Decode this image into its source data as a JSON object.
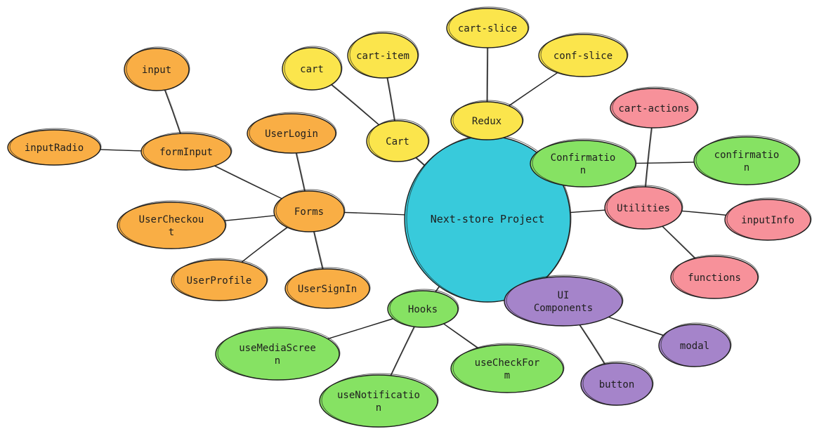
{
  "diagram": {
    "title": "Next-store Project",
    "colors": {
      "center": "#38CADB",
      "yellow": "#FBE54C",
      "orange": "#F9AE45",
      "green": "#86E263",
      "pink": "#F7919A",
      "purple": "#A584CA",
      "stroke": "#1E1E1E"
    },
    "nodes": [
      {
        "id": "center",
        "lines": [
          "Next-store Project"
        ],
        "color": "center"
      },
      {
        "id": "redux",
        "lines": [
          "Redux"
        ],
        "color": "yellow"
      },
      {
        "id": "cart-slice",
        "lines": [
          "cart-slice"
        ],
        "color": "yellow"
      },
      {
        "id": "conf-slice",
        "lines": [
          "conf-slice"
        ],
        "color": "yellow"
      },
      {
        "id": "cart-group",
        "lines": [
          "Cart"
        ],
        "color": "yellow"
      },
      {
        "id": "cart",
        "lines": [
          "cart"
        ],
        "color": "yellow"
      },
      {
        "id": "cart-item",
        "lines": [
          "cart-item"
        ],
        "color": "yellow"
      },
      {
        "id": "forms",
        "lines": [
          "Forms"
        ],
        "color": "orange"
      },
      {
        "id": "form-input",
        "lines": [
          "formInput"
        ],
        "color": "orange"
      },
      {
        "id": "input",
        "lines": [
          "input"
        ],
        "color": "orange"
      },
      {
        "id": "input-radio",
        "lines": [
          "inputRadio"
        ],
        "color": "orange"
      },
      {
        "id": "user-login",
        "lines": [
          "UserLogin"
        ],
        "color": "orange"
      },
      {
        "id": "user-checkout",
        "lines": [
          "UserCheckou",
          "t"
        ],
        "color": "orange"
      },
      {
        "id": "user-profile",
        "lines": [
          "UserProfile"
        ],
        "color": "orange"
      },
      {
        "id": "user-signin",
        "lines": [
          "UserSignIn"
        ],
        "color": "orange"
      },
      {
        "id": "hooks",
        "lines": [
          "Hooks"
        ],
        "color": "green"
      },
      {
        "id": "use-media-screen",
        "lines": [
          "useMediaScree",
          "n"
        ],
        "color": "green"
      },
      {
        "id": "use-notification",
        "lines": [
          "useNotificatio",
          "n"
        ],
        "color": "green"
      },
      {
        "id": "use-check-form",
        "lines": [
          "useCheckFor",
          "m"
        ],
        "color": "green"
      },
      {
        "id": "confirmation-main",
        "lines": [
          "Confirmatio",
          "n"
        ],
        "color": "green"
      },
      {
        "id": "confirmation-sub",
        "lines": [
          "confirmatio",
          "n"
        ],
        "color": "green"
      },
      {
        "id": "utilities",
        "lines": [
          "Utilities"
        ],
        "color": "pink"
      },
      {
        "id": "cart-actions",
        "lines": [
          "cart-actions"
        ],
        "color": "pink"
      },
      {
        "id": "input-info",
        "lines": [
          "inputInfo"
        ],
        "color": "pink"
      },
      {
        "id": "functions",
        "lines": [
          "functions"
        ],
        "color": "pink"
      },
      {
        "id": "ui-components",
        "lines": [
          "UI",
          "Components"
        ],
        "color": "purple"
      },
      {
        "id": "modal",
        "lines": [
          "modal"
        ],
        "color": "purple"
      },
      {
        "id": "button",
        "lines": [
          "button"
        ],
        "color": "purple"
      }
    ],
    "edges": [
      [
        "center",
        "redux"
      ],
      [
        "redux",
        "cart-slice"
      ],
      [
        "redux",
        "conf-slice"
      ],
      [
        "center",
        "cart-group"
      ],
      [
        "cart-group",
        "cart"
      ],
      [
        "cart-group",
        "cart-item"
      ],
      [
        "center",
        "forms"
      ],
      [
        "forms",
        "form-input"
      ],
      [
        "form-input",
        "input"
      ],
      [
        "form-input",
        "input-radio"
      ],
      [
        "forms",
        "user-login"
      ],
      [
        "forms",
        "user-checkout"
      ],
      [
        "forms",
        "user-profile"
      ],
      [
        "forms",
        "user-signin"
      ],
      [
        "center",
        "hooks"
      ],
      [
        "hooks",
        "use-media-screen"
      ],
      [
        "hooks",
        "use-notification"
      ],
      [
        "hooks",
        "use-check-form"
      ],
      [
        "center",
        "confirmation-main"
      ],
      [
        "confirmation-main",
        "confirmation-sub"
      ],
      [
        "center",
        "utilities"
      ],
      [
        "utilities",
        "cart-actions"
      ],
      [
        "utilities",
        "input-info"
      ],
      [
        "utilities",
        "functions"
      ],
      [
        "center",
        "ui-components"
      ],
      [
        "ui-components",
        "modal"
      ],
      [
        "ui-components",
        "button"
      ]
    ]
  }
}
